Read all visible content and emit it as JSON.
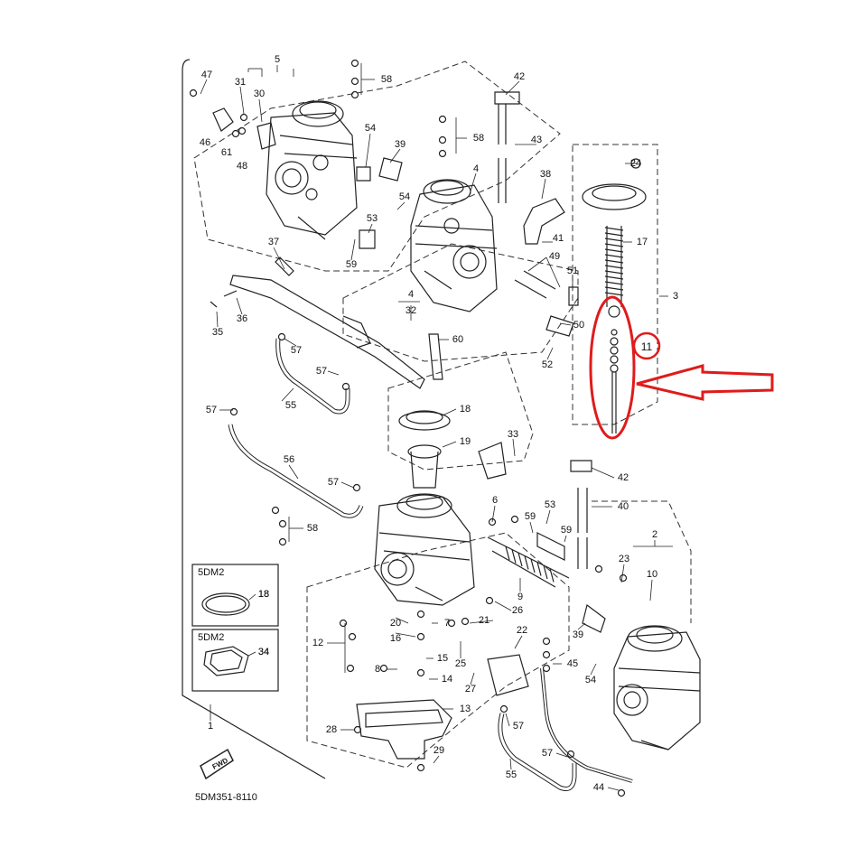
{
  "diagram": {
    "code": "5DM351-8110",
    "fwd_badge": "FWD",
    "inset_boxes": [
      {
        "title": "5DM2",
        "part": "18"
      },
      {
        "title": "5DM2",
        "part": "34"
      }
    ],
    "callout": {
      "circled_label": "11",
      "color": "#e01b1b"
    },
    "labels": [
      "47",
      "5",
      "58",
      "42",
      "31",
      "30",
      "46",
      "61",
      "48",
      "54",
      "39",
      "58",
      "43",
      "4",
      "38",
      "24",
      "54",
      "53",
      "17",
      "37",
      "59",
      "41",
      "49",
      "3",
      "51",
      "36",
      "32",
      "4",
      "50",
      "35",
      "57",
      "52",
      "11",
      "57",
      "60",
      "55",
      "18",
      "57",
      "33",
      "19",
      "42",
      "56",
      "57",
      "40",
      "6",
      "53",
      "59",
      "58",
      "59",
      "2",
      "23",
      "10",
      "9",
      "18",
      "26",
      "20",
      "21",
      "7",
      "39",
      "16",
      "22",
      "12",
      "34",
      "15",
      "25",
      "45",
      "8",
      "14",
      "27",
      "54",
      "13",
      "57",
      "1",
      "28",
      "29",
      "57",
      "55",
      "44"
    ]
  }
}
